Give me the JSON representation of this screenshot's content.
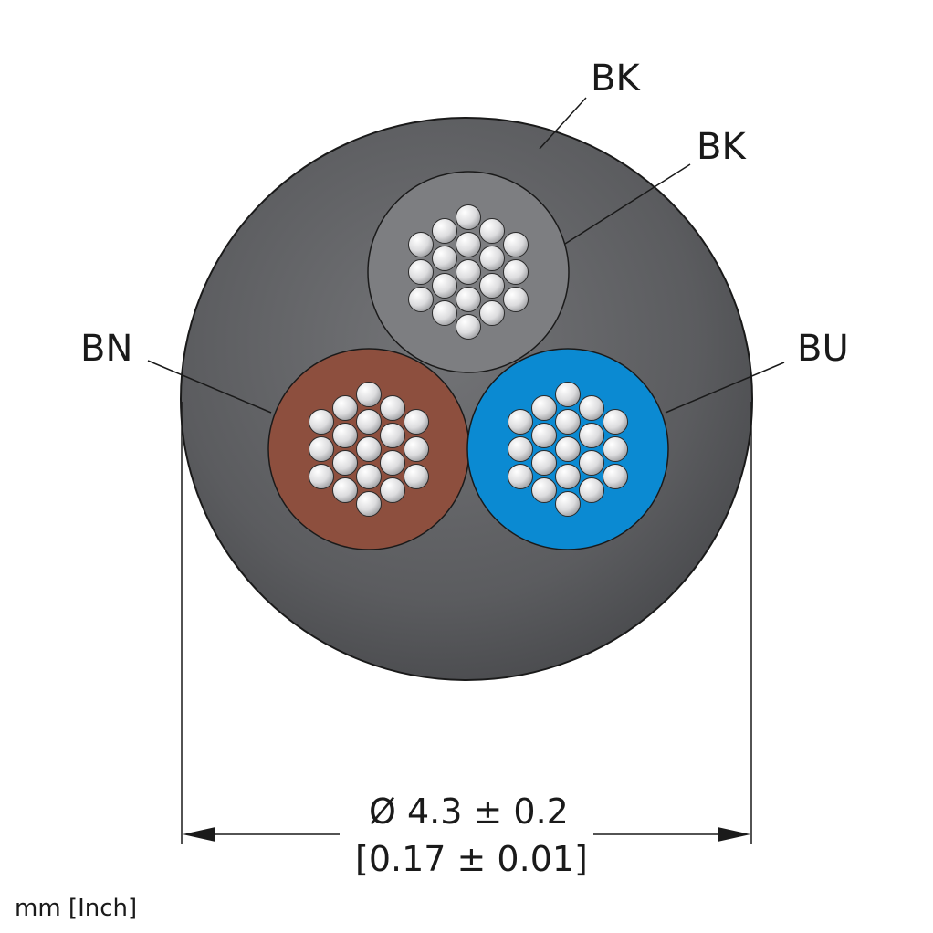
{
  "labels": {
    "jacket": "BK",
    "core_black": "BK",
    "core_brown": "BN",
    "core_blue": "BU"
  },
  "dimension": {
    "diameter_mm": "Ø 4.3 ± 0.2",
    "diameter_inch": "[0.17 ± 0.01]"
  },
  "units": "mm [Inch]",
  "colors": {
    "jacket": "#5a5b5e",
    "core_black": "#7d7e81",
    "core_brown": "#8d4f3e",
    "core_blue": "#0b8ad2",
    "strand": "#e8e8ea"
  }
}
